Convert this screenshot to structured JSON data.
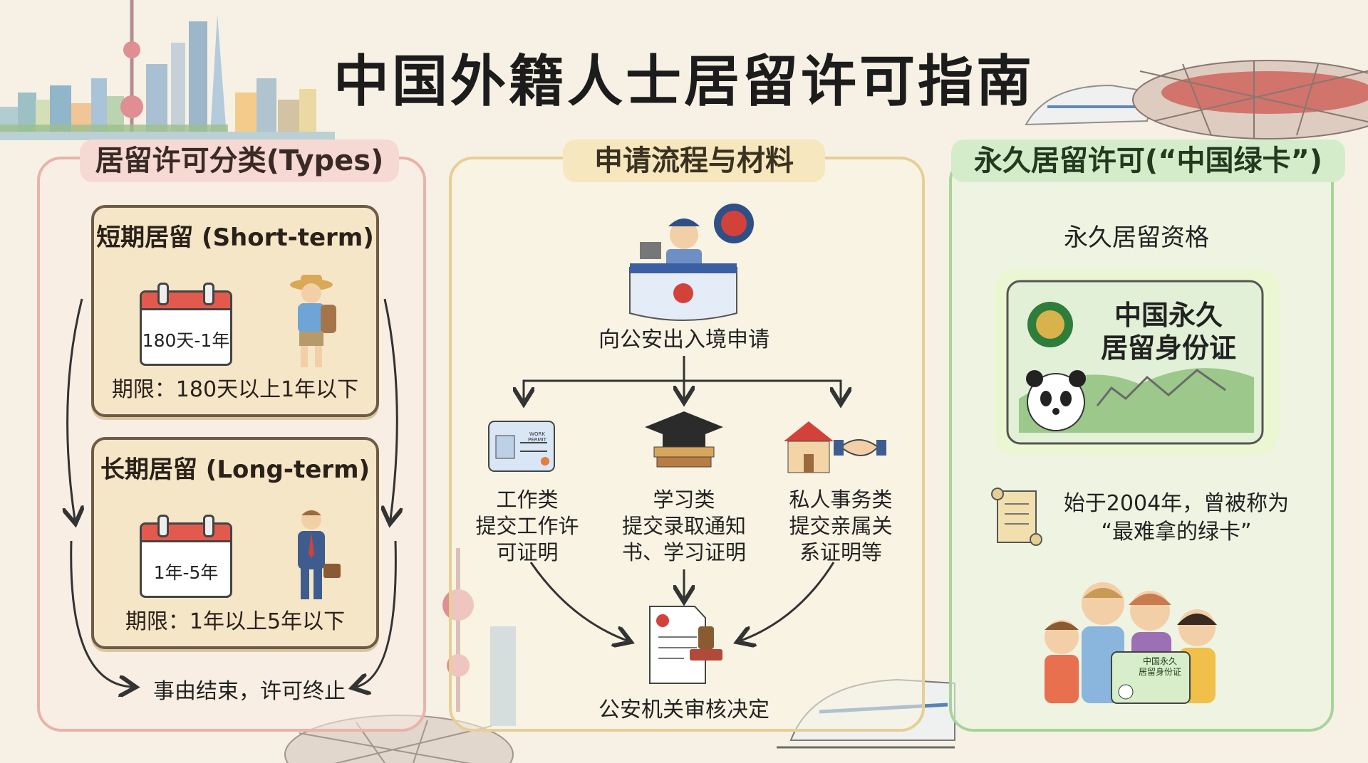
{
  "title": "中国外籍人士居留许可指南",
  "types": {
    "heading": "居留许可分类(Types)",
    "short": {
      "title": "短期居留 (Short-term)",
      "calendar": "180天-1年",
      "period": "期限：180天以上1年以下"
    },
    "long": {
      "title": "长期居留 (Long-term)",
      "calendar": "1年-5年",
      "period": "期限：1年以上5年以下"
    },
    "end_note": "事由结束，许可终止"
  },
  "process": {
    "heading": "申请流程与材料",
    "apply": "向公安出入境申请",
    "badge_text": "WORK PERMIT",
    "categories": [
      {
        "line1": "工作类",
        "line2": "提交工作许",
        "line3": "可证明"
      },
      {
        "line1": "学习类",
        "line2": "提交录取通知",
        "line3": "书、学习证明"
      },
      {
        "line1": "私人事务类",
        "line2": "提交亲属关",
        "line3": "系证明等"
      }
    ],
    "decision": "公安机关审核决定"
  },
  "permanent": {
    "heading": "永久居留许可(“中国绿卡”)",
    "subheading": "永久居留资格",
    "card_line1": "中国永久",
    "card_line2": "居留身份证",
    "note_line1": "始于2004年，曾被称为",
    "note_line2": "“最难拿的绿卡”",
    "small_card_line1": "中国永久",
    "small_card_line2": "居留身份证"
  },
  "colors": {
    "types_border": "#e9b2aa",
    "process_border": "#e6cf97",
    "perm_border": "#a9d39b",
    "calendar_red": "#e25a4d"
  }
}
